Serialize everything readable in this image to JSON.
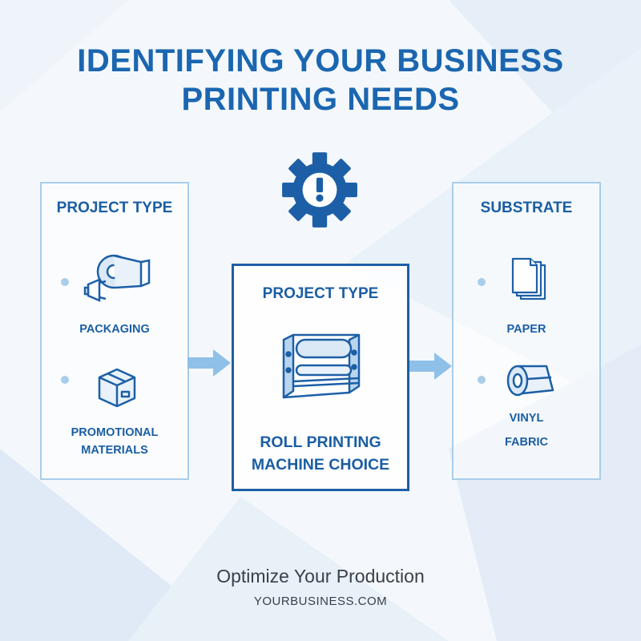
{
  "title": {
    "line1": "IDENTIFYING YOUR BUSINESS",
    "line2": "PRINTING NEEDS"
  },
  "left_panel": {
    "title": "PROJECT TYPE",
    "items": [
      {
        "label": "PACKAGING",
        "icon": "tape-roll-icon"
      },
      {
        "label1": "PROMOTIONAL",
        "label2": "MATERIALS",
        "icon": "box-icon"
      }
    ]
  },
  "center_panel": {
    "title": "PROJECT TYPE",
    "label1": "ROLL PRINTING",
    "label2": "MACHINE CHOICE",
    "icon": "roll-printing-machine-icon"
  },
  "right_panel": {
    "title": "SUBSTRATE",
    "items": [
      {
        "label": "PAPER",
        "icon": "paper-stack-icon"
      },
      {
        "label": "VINYL",
        "icon": "vinyl-roll-icon"
      },
      {
        "label": "FABRIC"
      }
    ]
  },
  "footer": {
    "tagline": "Optimize Your Production",
    "domain": "YOURBUSINESS.COM"
  },
  "colors": {
    "primary": "#1b66b0",
    "light": "#a9cdea",
    "background": "#f4f8fc"
  }
}
